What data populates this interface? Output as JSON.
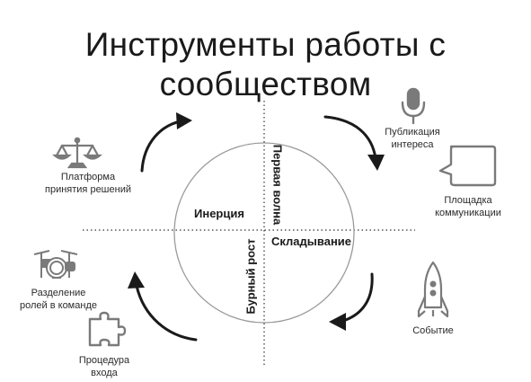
{
  "title": {
    "line1": "Инструменты работы с",
    "line2": "сообществом"
  },
  "quadrants": {
    "top_left": "Инерция",
    "top_right_vertical": "Первая волна",
    "bottom_right": "Складывание",
    "bottom_left_vertical": "Бурный рост"
  },
  "tools": [
    {
      "id": "platform",
      "icon": "scales-icon",
      "line1": "Платформа",
      "line2": "принятия решений"
    },
    {
      "id": "publication",
      "icon": "microphone-icon",
      "line1": "Публикация",
      "line2": "интереса"
    },
    {
      "id": "communication",
      "icon": "speech-bubble-icon",
      "line1": "Площадка",
      "line2": "коммуникации"
    },
    {
      "id": "roles",
      "icon": "drum-kit-icon",
      "line1": "Разделение",
      "line2": "ролей в команде"
    },
    {
      "id": "entry",
      "icon": "puzzle-piece-icon",
      "line1": "Процедура",
      "line2": "входа"
    },
    {
      "id": "event",
      "icon": "rocket-icon",
      "line1": "Событие",
      "line2": ""
    }
  ],
  "colors": {
    "text": "#1e1e1e",
    "icon": "#7a7a7a",
    "circle": "#9a9a9a",
    "arrow": "#1a1a1a"
  }
}
